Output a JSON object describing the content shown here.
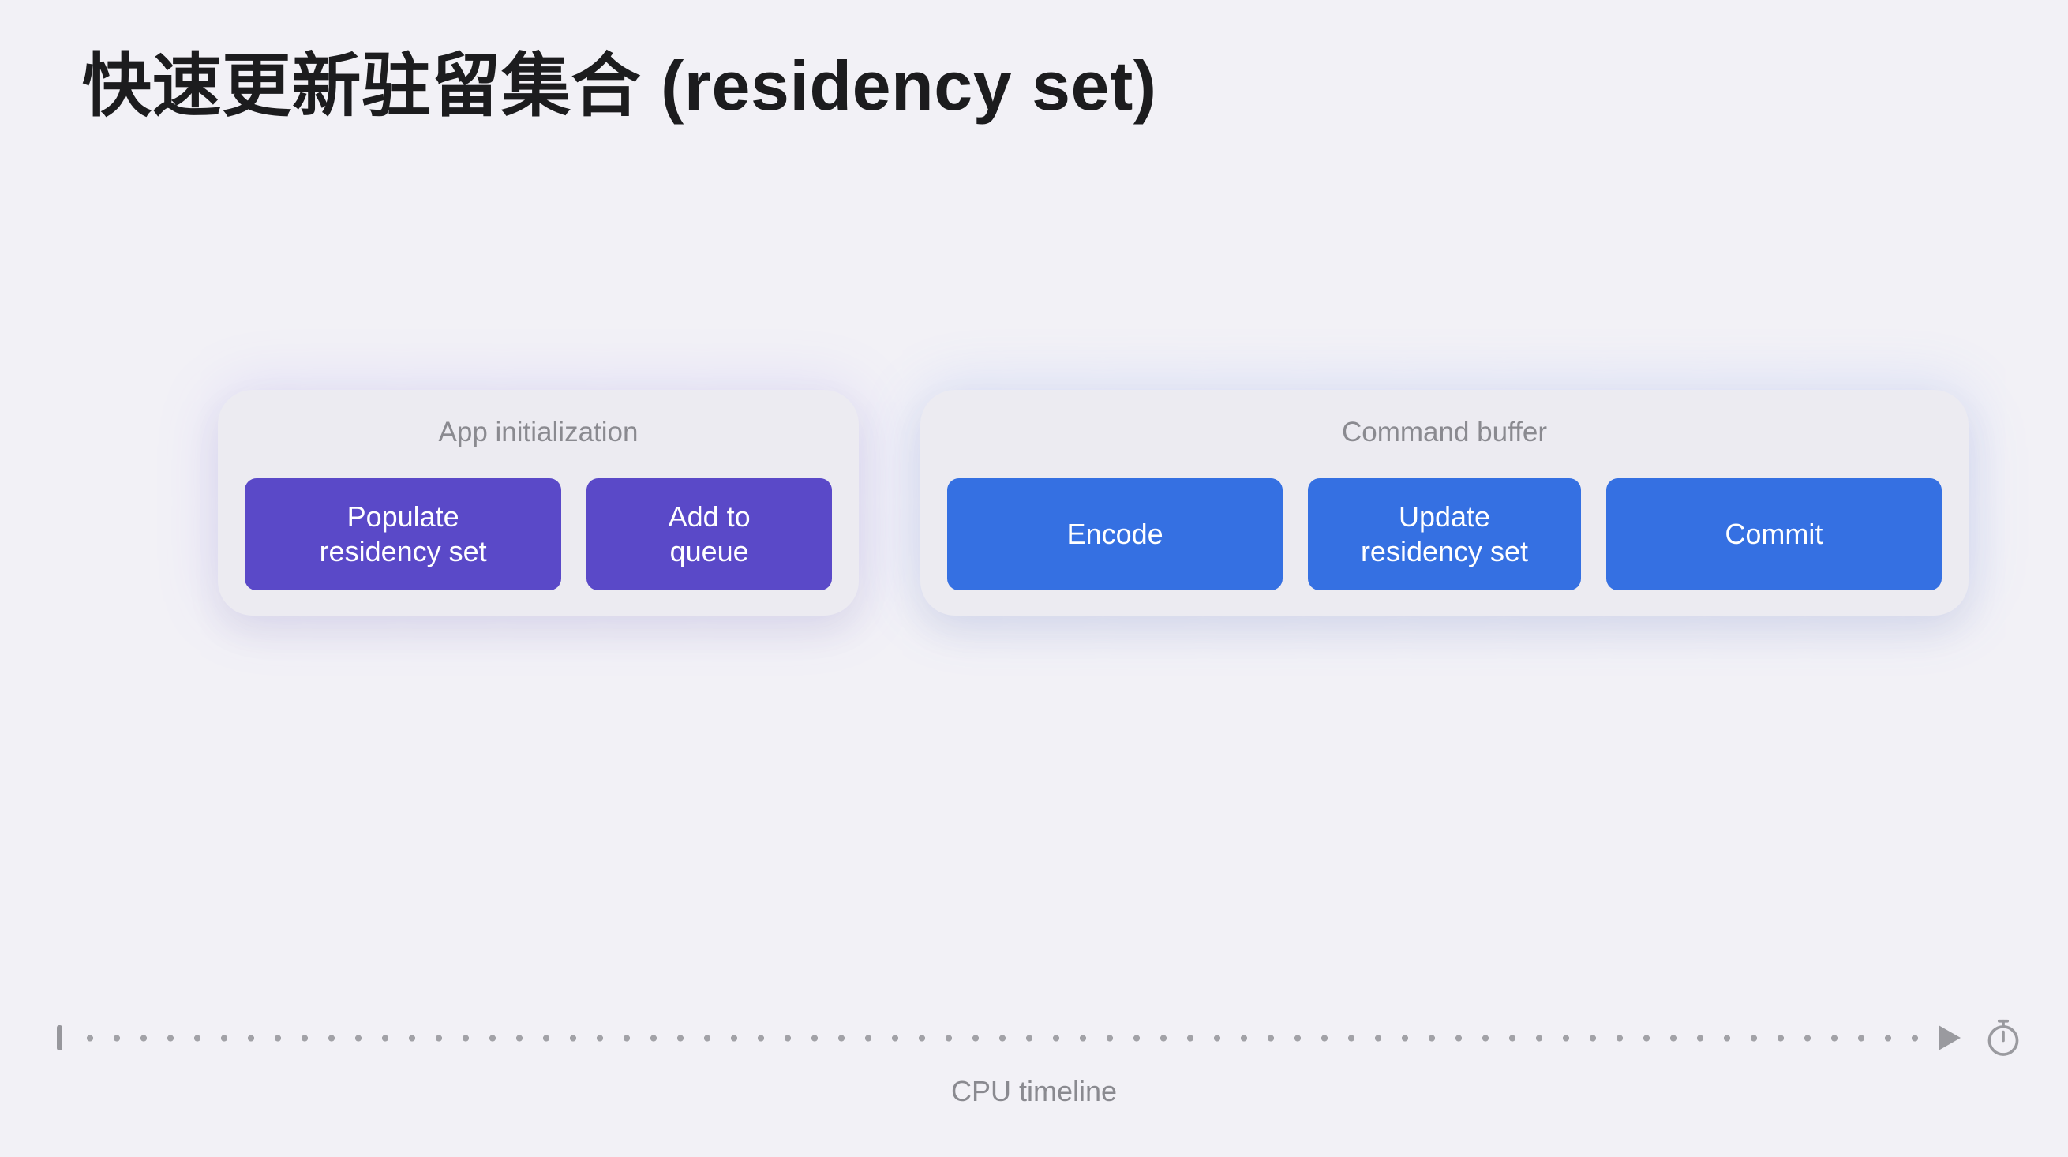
{
  "colors": {
    "background": "#f2f1f6",
    "card_bg": "#ecebf1",
    "purple": "#5a49c8",
    "blue": "#3570e2",
    "muted_text": "#8a8a90",
    "title_text": "#1c1c1e",
    "timeline": "#a2a2a7"
  },
  "title": "快速更新驻留集合 (residency set)",
  "diagram": {
    "groups": [
      {
        "label": "App initialization",
        "color": "#5a49c8",
        "blocks": [
          {
            "label": "Populate residency set"
          },
          {
            "label": "Add to queue"
          }
        ]
      },
      {
        "label": "Command buffer",
        "color": "#3570e2",
        "blocks": [
          {
            "label": "Encode"
          },
          {
            "label": "Update residency set"
          },
          {
            "label": "Commit"
          }
        ]
      }
    ]
  },
  "timeline": {
    "label": "CPU timeline",
    "icons": [
      "timeline-start-cap",
      "arrow-right-icon",
      "stopwatch-icon"
    ]
  }
}
